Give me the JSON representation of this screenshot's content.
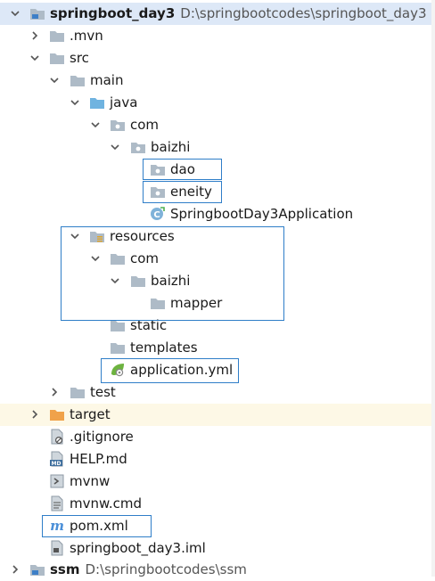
{
  "tree": {
    "root": {
      "name": "springboot_day3",
      "path": "D:\\springbootcodes\\springboot_day3"
    },
    "mvn": ".mvn",
    "src": "src",
    "main": "main",
    "java": "java",
    "com": "com",
    "baizhi": "baizhi",
    "dao": "dao",
    "eneity": "eneity",
    "app_class": "SpringbootDay3Application",
    "resources": "resources",
    "res_com": "com",
    "res_baizhi": "baizhi",
    "mapper": "mapper",
    "static": "static",
    "templates": "templates",
    "app_yml": "application.yml",
    "test": "test",
    "target": "target",
    "gitignore": ".gitignore",
    "help": "HELP.md",
    "mvnw": "mvnw",
    "mvnw_cmd": "mvnw.cmd",
    "pom": "pom.xml",
    "iml": "springboot_day3.iml",
    "ssm": {
      "name": "ssm",
      "path": "D:\\springbootcodes\\ssm"
    }
  },
  "icons": {
    "folder": "folder-icon",
    "module": "module-folder-icon",
    "source_root": "source-root-icon",
    "package": "package-icon",
    "resources_root": "resources-root-icon",
    "excluded": "excluded-folder-icon",
    "class": "spring-class-icon",
    "yml": "spring-config-icon"
  },
  "colors": {
    "folder": "#aebbc7",
    "source_root": "#6fb3e0",
    "excluded": "#f0a24a",
    "selection": "#dde8f7",
    "highlight_box": "#2f7ec8"
  }
}
